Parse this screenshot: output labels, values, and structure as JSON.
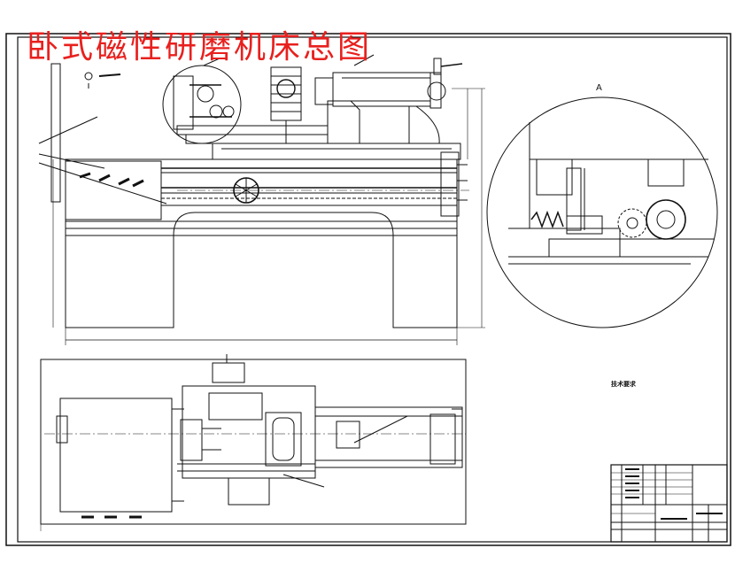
{
  "drawing": {
    "title": "卧式磁性研磨机床总图",
    "detail_label": "A",
    "notes_heading": "技术要求"
  },
  "colors": {
    "title": "#e8201e",
    "line": "#111111",
    "background": "#ffffff"
  }
}
